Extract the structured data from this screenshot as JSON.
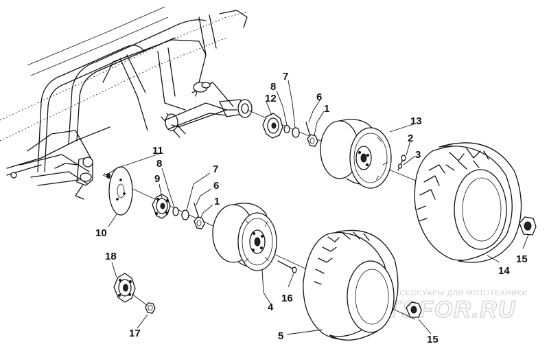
{
  "diagram": {
    "type": "exploded parts diagram",
    "callouts": [
      "1",
      "2",
      "3",
      "4",
      "5",
      "6",
      "7",
      "8",
      "9",
      "10",
      "11",
      "12",
      "13",
      "14",
      "15",
      "16",
      "17",
      "18"
    ]
  },
  "watermark": {
    "text": "ЗАПЧАСТИ И АКСЕССУАРЫ ДЛЯ МОТОТЕХНИКИ",
    "logo": "PARTSFOR.RU"
  }
}
